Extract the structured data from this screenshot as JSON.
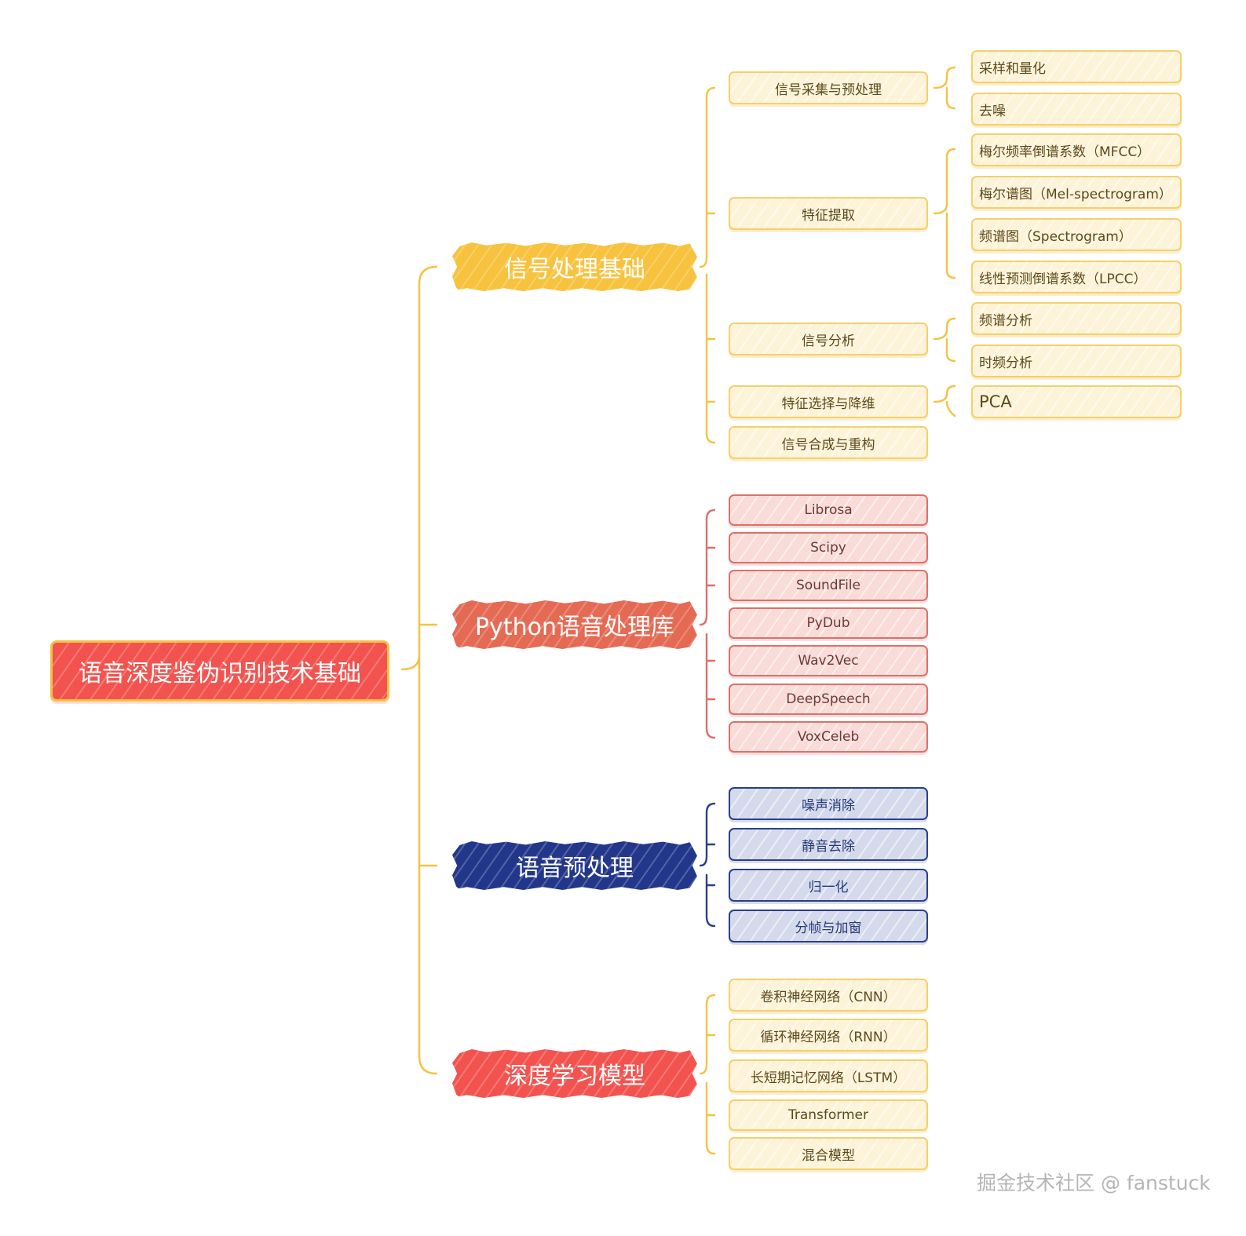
{
  "root": "语音深度鉴伪识别技术基础",
  "branches": [
    {
      "label": "信号处理基础",
      "children": [
        {
          "label": "信号采集与预处理",
          "subs": [
            "采样和量化",
            "去噪"
          ]
        },
        {
          "label": "特征提取",
          "subs": [
            "梅尔频率倒谱系数（MFCC）",
            "梅尔谱图（Mel-spectrogram）",
            "频谱图（Spectrogram）",
            "线性预测倒谱系数（LPCC）"
          ]
        },
        {
          "label": "信号分析",
          "subs": [
            "频谱分析",
            "时频分析"
          ]
        },
        {
          "label": "特征选择与降维",
          "subs": [
            "PCA"
          ]
        },
        {
          "label": "信号合成与重构",
          "subs": []
        }
      ]
    },
    {
      "label": "Python语音处理库",
      "children": [
        {
          "label": "Librosa"
        },
        {
          "label": "Scipy"
        },
        {
          "label": "SoundFile"
        },
        {
          "label": "PyDub"
        },
        {
          "label": "Wav2Vec"
        },
        {
          "label": "DeepSpeech"
        },
        {
          "label": "VoxCeleb"
        }
      ]
    },
    {
      "label": "语音预处理",
      "children": [
        {
          "label": "噪声消除"
        },
        {
          "label": "静音去除"
        },
        {
          "label": "归一化"
        },
        {
          "label": "分帧与加窗"
        }
      ]
    },
    {
      "label": "深度学习模型",
      "children": [
        {
          "label": "卷积神经网络（CNN）"
        },
        {
          "label": "循环神经网络（RNN）"
        },
        {
          "label": "长短期记忆网络（LSTM）"
        },
        {
          "label": "Transformer"
        },
        {
          "label": "混合模型"
        }
      ]
    }
  ],
  "watermark": "掘金技术社区 @ fanstuck"
}
